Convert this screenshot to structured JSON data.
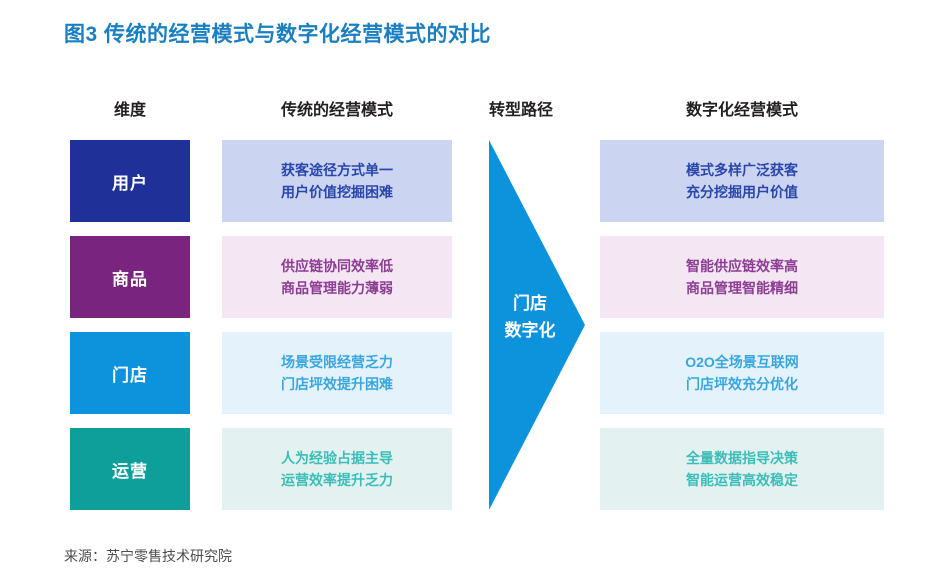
{
  "figure": {
    "title": "图3 传统的经营模式与数字化经营模式的对比",
    "title_color": "#1a7fc1",
    "source": "来源：苏宁零售技术研究院"
  },
  "headers": {
    "dimension": "维度",
    "traditional": "传统的经营模式",
    "path": "转型路径",
    "digital": "数字化经营模式"
  },
  "arrow": {
    "label": "门店\n数字化",
    "color": "#0d92dc"
  },
  "rows": [
    {
      "dimension": "用户",
      "swatch_color": "#1f3199",
      "traditional": "获客途径方式单一\n用户价值挖掘困难",
      "traditional_bg": "#cbd5f2",
      "traditional_text_color": "#2a46aa",
      "digital": "模式多样广泛获客\n充分挖掘用户价值",
      "digital_bg": "#cbd5f2",
      "digital_text_color": "#2a46aa"
    },
    {
      "dimension": "商品",
      "swatch_color": "#79257f",
      "traditional": "供应链协同效率低\n商品管理能力薄弱",
      "traditional_bg": "#f4e6f2",
      "traditional_text_color": "#8c3d94",
      "digital": "智能供应链效率高\n商品管理智能精细",
      "digital_bg": "#f4e6f2",
      "digital_text_color": "#8c3d94"
    },
    {
      "dimension": "门店",
      "swatch_color": "#0d92dc",
      "traditional": "场景受限经营乏力\n门店坪效提升困难",
      "traditional_bg": "#e4f2fb",
      "traditional_text_color": "#3aa6dd",
      "digital": "O2O全场景互联网\n门店坪效充分优化",
      "digital_bg": "#e4f2fb",
      "digital_text_color": "#3aa6dd"
    },
    {
      "dimension": "运营",
      "swatch_color": "#0e9f9b",
      "traditional": "人为经验占据主导\n运营效率提升乏力",
      "traditional_bg": "#e3f2f0",
      "traditional_text_color": "#3bbdb8",
      "digital": "全量数据指导决策\n智能运营高效稳定",
      "digital_bg": "#e3f2f0",
      "digital_text_color": "#3bbdb8"
    }
  ]
}
